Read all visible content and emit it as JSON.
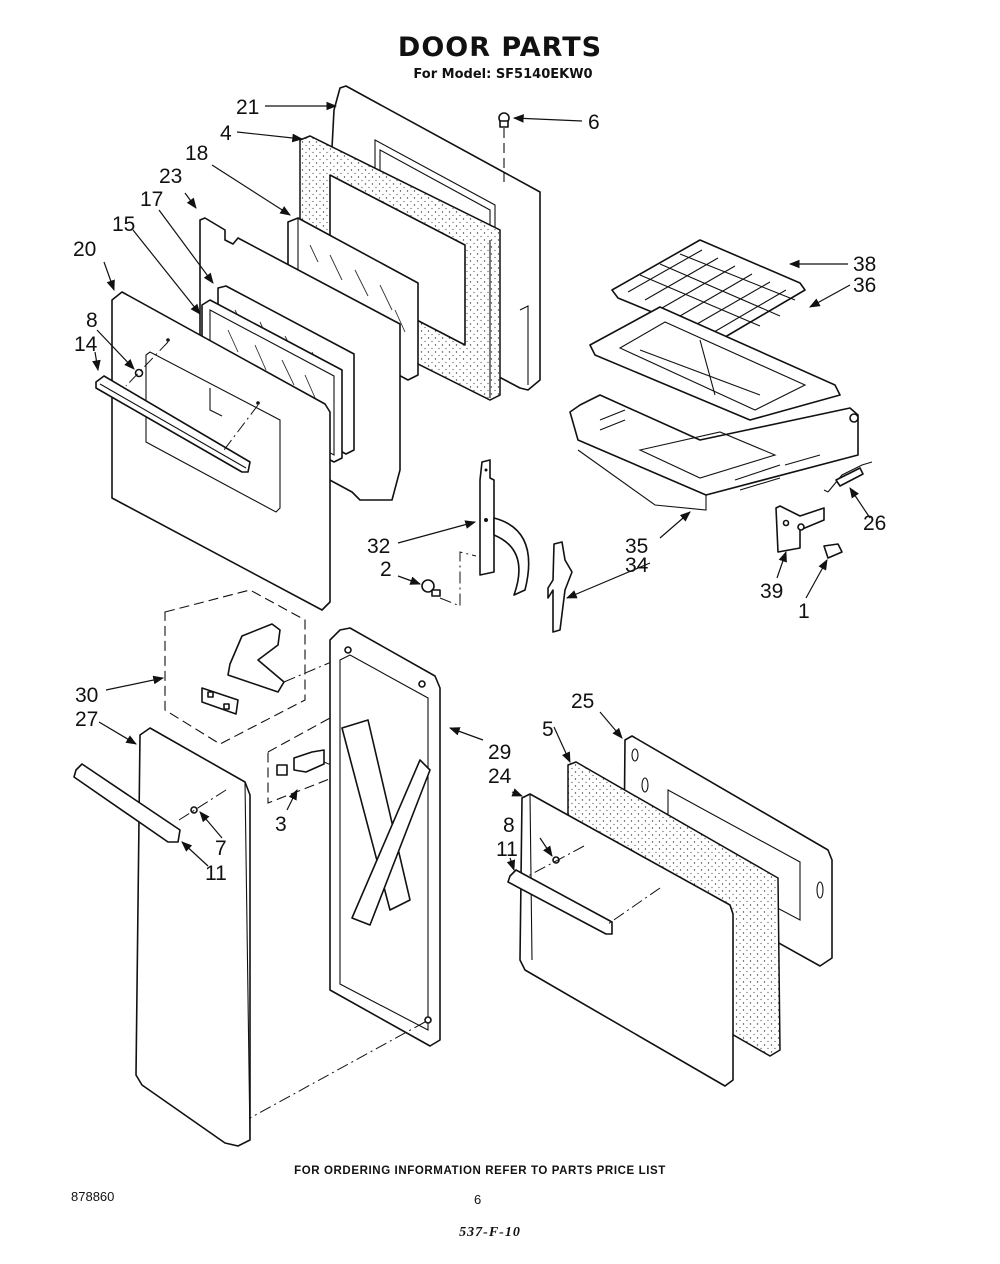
{
  "header": {
    "title": "DOOR PARTS",
    "subtitle": "For Model: SF5140EKW0"
  },
  "callouts": [
    {
      "id": "c21",
      "label": "21",
      "part": "inner door panel"
    },
    {
      "id": "c4",
      "label": "4",
      "part": "insulation"
    },
    {
      "id": "c18",
      "label": "18",
      "part": "inner window glass"
    },
    {
      "id": "c23",
      "label": "23",
      "part": "door liner shield"
    },
    {
      "id": "c17",
      "label": "17",
      "part": "window glass"
    },
    {
      "id": "c15",
      "label": "15",
      "part": "window gasket frame"
    },
    {
      "id": "c20",
      "label": "20",
      "part": "outer oven door panel"
    },
    {
      "id": "c8a",
      "label": "8",
      "part": "screw"
    },
    {
      "id": "c14",
      "label": "14",
      "part": "oven door handle"
    },
    {
      "id": "c6",
      "label": "6",
      "part": "nut"
    },
    {
      "id": "c38",
      "label": "38",
      "part": "broiler grid"
    },
    {
      "id": "c36",
      "label": "36",
      "part": "broiler pan"
    },
    {
      "id": "c35",
      "label": "35",
      "part": "broiler drawer"
    },
    {
      "id": "c26",
      "label": "26",
      "part": "spring"
    },
    {
      "id": "c32",
      "label": "32",
      "part": "door hinge"
    },
    {
      "id": "c2",
      "label": "2",
      "part": "hinge screw"
    },
    {
      "id": "c34",
      "label": "34",
      "part": "hinge receiver"
    },
    {
      "id": "c39",
      "label": "39",
      "part": "bracket"
    },
    {
      "id": "c1",
      "label": "1",
      "part": "screw"
    },
    {
      "id": "c30",
      "label": "30",
      "part": "hinge kit"
    },
    {
      "id": "c27",
      "label": "27",
      "part": "side door panel"
    },
    {
      "id": "c7",
      "label": "7",
      "part": "washer"
    },
    {
      "id": "c11a",
      "label": "11",
      "part": "handle"
    },
    {
      "id": "c3",
      "label": "3",
      "part": "latch kit"
    },
    {
      "id": "c29",
      "label": "29",
      "part": "door liner frame"
    },
    {
      "id": "c25",
      "label": "25",
      "part": "drawer inner panel"
    },
    {
      "id": "c5",
      "label": "5",
      "part": "insulation"
    },
    {
      "id": "c24",
      "label": "24",
      "part": "drawer front panel"
    },
    {
      "id": "c8b",
      "label": "8",
      "part": "screw"
    },
    {
      "id": "c11b",
      "label": "11",
      "part": "handle"
    }
  ],
  "footer": {
    "ordering_note": "FOR ORDERING INFORMATION REFER TO PARTS PRICE LIST",
    "document_number": "878860",
    "page_number": "6",
    "stamp": "537-F-10"
  }
}
